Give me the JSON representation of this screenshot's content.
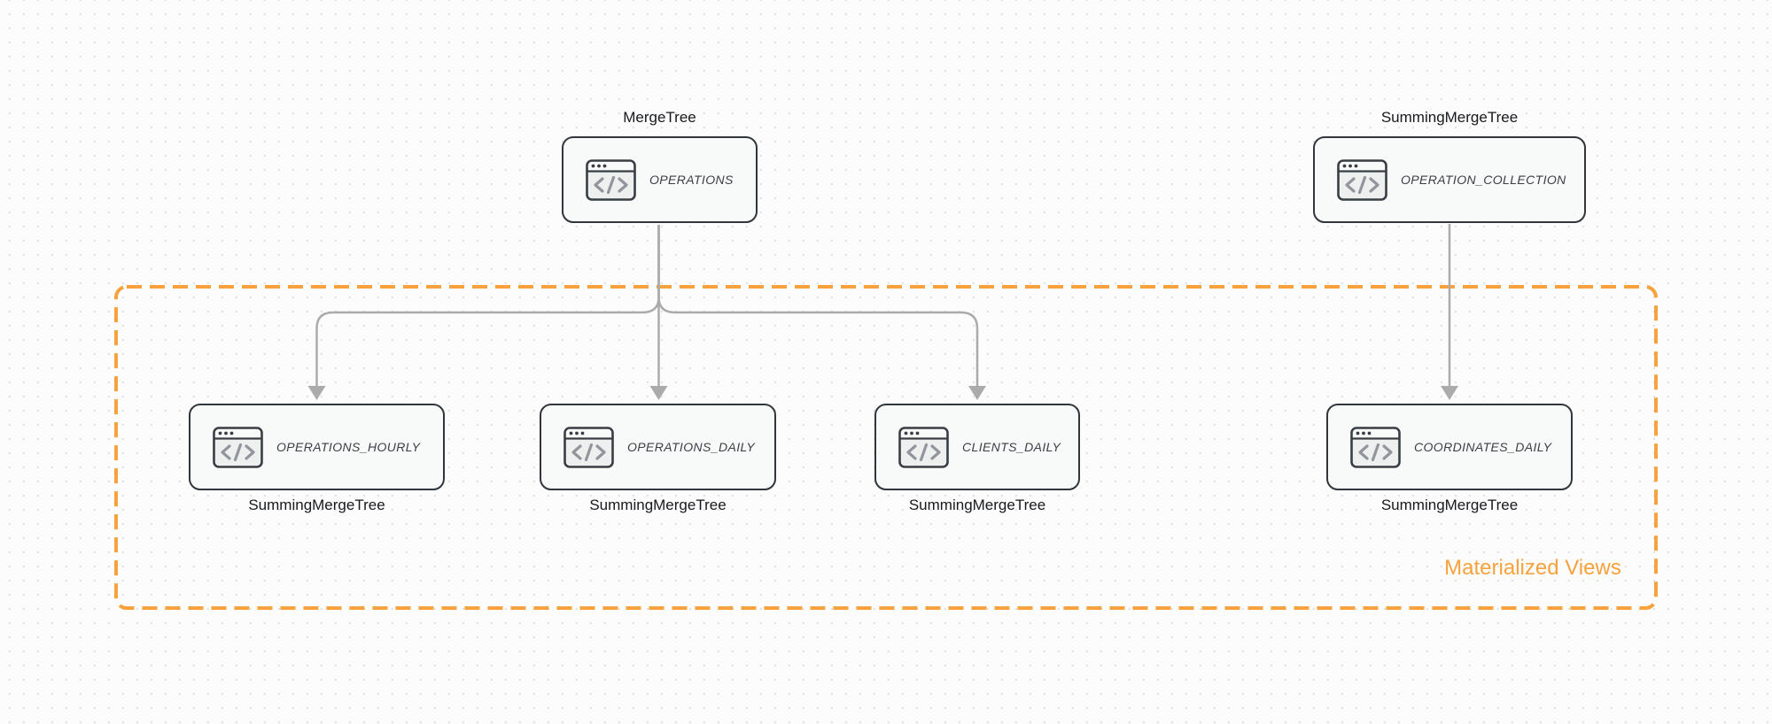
{
  "diagram": {
    "group": {
      "label": "Materialized Views",
      "border_style": "dashed",
      "color": "#F7A23C"
    },
    "colors": {
      "arrow": "#ABABAB",
      "node_border": "#30363B",
      "node_fill": "#F8F9F9",
      "table_text": "#3A4045",
      "engine_text": "#17191C",
      "canvas_dot": "#E1E2E4"
    },
    "icon_name": "code-window-icon",
    "nodes": [
      {
        "id": "operations",
        "table": "OPERATIONS",
        "engine": "MergeTree",
        "engine_position": "above"
      },
      {
        "id": "operation_collection",
        "table": "OPERATION_COLLECTION",
        "engine": "SummingMergeTree",
        "engine_position": "above"
      },
      {
        "id": "operations_hourly",
        "table": "OPERATIONS_HOURLY",
        "engine": "SummingMergeTree",
        "engine_position": "below"
      },
      {
        "id": "operations_daily",
        "table": "OPERATIONS_DAILY",
        "engine": "SummingMergeTree",
        "engine_position": "below"
      },
      {
        "id": "clients_daily",
        "table": "CLIENTS_DAILY",
        "engine": "SummingMergeTree",
        "engine_position": "below"
      },
      {
        "id": "coordinates_daily",
        "table": "COORDINATES_DAILY",
        "engine": "SummingMergeTree",
        "engine_position": "below"
      }
    ],
    "edges": [
      {
        "from": "OPERATIONS",
        "to": "OPERATIONS_HOURLY"
      },
      {
        "from": "OPERATIONS",
        "to": "OPERATIONS_DAILY"
      },
      {
        "from": "OPERATIONS",
        "to": "CLIENTS_DAILY"
      },
      {
        "from": "OPERATION_COLLECTION",
        "to": "COORDINATES_DAILY"
      }
    ]
  }
}
